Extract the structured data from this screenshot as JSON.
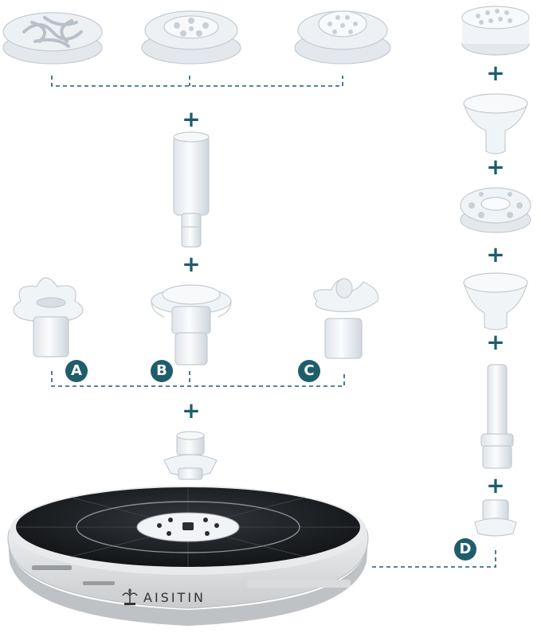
{
  "colors": {
    "accent": "#1f5d6b",
    "connector": "#1f5d6b",
    "part": "#eef1f4",
    "part_stroke": "#c4cbd2",
    "solar_panel": "#1b1d20",
    "base": "#e6e7e8"
  },
  "plus_symbol": "+",
  "labels": {
    "a": "A",
    "b": "B",
    "c": "C",
    "d": "D"
  },
  "brand": {
    "name": "AISITIN",
    "logo_icon": "fountain-logo-icon"
  }
}
